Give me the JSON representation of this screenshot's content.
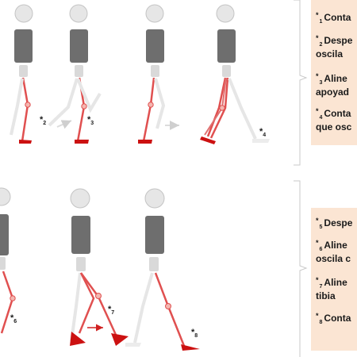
{
  "markers": [
    {
      "star": "*",
      "num": "2"
    },
    {
      "star": "*",
      "num": "3"
    },
    {
      "star": "*",
      "num": "4"
    },
    {
      "star": "*",
      "num": "6"
    },
    {
      "star": "*",
      "num": "7"
    },
    {
      "star": "*",
      "num": "8"
    }
  ],
  "notes_top": [
    {
      "star": "*",
      "num": "1",
      "lines": [
        "Conta"
      ]
    },
    {
      "star": "*",
      "num": "2",
      "lines": [
        "Despe",
        "oscila"
      ]
    },
    {
      "star": "*",
      "num": "3",
      "lines": [
        "Aline",
        "apoyad"
      ]
    },
    {
      "star": "*",
      "num": "4",
      "lines": [
        "Conta",
        "que osc"
      ]
    }
  ],
  "notes_bottom": [
    {
      "star": "*",
      "num": "5",
      "lines": [
        "Despe"
      ]
    },
    {
      "star": "*",
      "num": "6",
      "lines": [
        "Aline",
        "oscila c"
      ]
    },
    {
      "star": "*",
      "num": "7",
      "lines": [
        "Aline",
        "tibia"
      ]
    },
    {
      "star": "*",
      "num": "8",
      "lines": [
        "Conta"
      ]
    }
  ],
  "colors": {
    "leg_red": "#e05050",
    "joint_fill": "#f4b6b0",
    "foot_red": "#cc1111",
    "ghost_leg": "#e3e3e3",
    "torso": "#6e6e6e",
    "head": "#e6e6e6",
    "pelvis": "#d9d9d9",
    "panel": "#fbe5d3"
  }
}
